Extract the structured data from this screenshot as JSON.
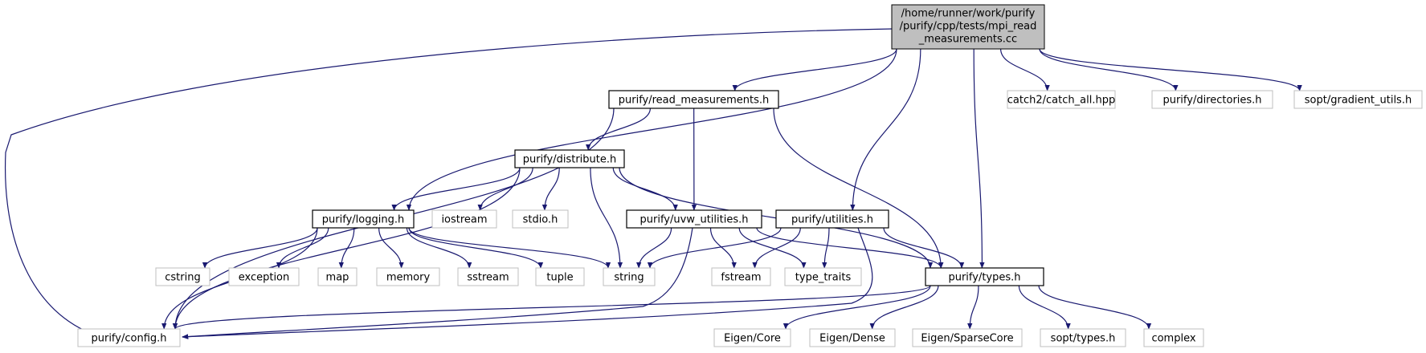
{
  "graph": {
    "root": {
      "lines": [
        "/home/runner/work/purify",
        "/purify/cpp/tests/mpi_read",
        "_measurements.cc"
      ]
    },
    "nodes": {
      "read_measurements": "purify/read_measurements.h",
      "catch_all": "catch2/catch_all.hpp",
      "directories": "purify/directories.h",
      "gradient_utils": "sopt/gradient_utils.h",
      "distribute": "purify/distribute.h",
      "logging": "purify/logging.h",
      "iostream": "iostream",
      "stdio": "stdio.h",
      "uvw_utilities": "purify/uvw_utilities.h",
      "utilities": "purify/utilities.h",
      "cstring": "cstring",
      "exception": "exception",
      "map": "map",
      "memory": "memory",
      "sstream": "sstream",
      "tuple": "tuple",
      "string": "string",
      "fstream": "fstream",
      "type_traits": "type_traits",
      "types": "purify/types.h",
      "config": "purify/config.h",
      "eigen_core": "Eigen/Core",
      "eigen_dense": "Eigen/Dense",
      "eigen_sparsecore": "Eigen/SparseCore",
      "sopt_types": "sopt/types.h",
      "complex": "complex"
    },
    "edges": [
      [
        "root",
        "read_measurements"
      ],
      [
        "root",
        "catch_all"
      ],
      [
        "root",
        "directories"
      ],
      [
        "root",
        "gradient_utils"
      ],
      [
        "root",
        "logging"
      ],
      [
        "root",
        "utilities"
      ],
      [
        "root",
        "types"
      ],
      [
        "root",
        "config"
      ],
      [
        "read_measurements",
        "distribute"
      ],
      [
        "read_measurements",
        "uvw_utilities"
      ],
      [
        "read_measurements",
        "types"
      ],
      [
        "read_measurements",
        "config"
      ],
      [
        "distribute",
        "logging"
      ],
      [
        "distribute",
        "iostream"
      ],
      [
        "distribute",
        "stdio"
      ],
      [
        "distribute",
        "uvw_utilities"
      ],
      [
        "distribute",
        "string"
      ],
      [
        "distribute",
        "types"
      ],
      [
        "distribute",
        "config"
      ],
      [
        "logging",
        "cstring"
      ],
      [
        "logging",
        "exception"
      ],
      [
        "logging",
        "map"
      ],
      [
        "logging",
        "memory"
      ],
      [
        "logging",
        "sstream"
      ],
      [
        "logging",
        "tuple"
      ],
      [
        "logging",
        "string"
      ],
      [
        "logging",
        "config"
      ],
      [
        "uvw_utilities",
        "string"
      ],
      [
        "uvw_utilities",
        "fstream"
      ],
      [
        "uvw_utilities",
        "type_traits"
      ],
      [
        "uvw_utilities",
        "types"
      ],
      [
        "uvw_utilities",
        "config"
      ],
      [
        "utilities",
        "string"
      ],
      [
        "utilities",
        "fstream"
      ],
      [
        "utilities",
        "type_traits"
      ],
      [
        "utilities",
        "types"
      ],
      [
        "utilities",
        "config"
      ],
      [
        "types",
        "config"
      ],
      [
        "types",
        "eigen_core"
      ],
      [
        "types",
        "eigen_dense"
      ],
      [
        "types",
        "eigen_sparsecore"
      ],
      [
        "types",
        "sopt_types"
      ],
      [
        "types",
        "complex"
      ]
    ],
    "colors": {
      "edge": "#191970",
      "root_fill": "#bfbfbf",
      "internal_border": "#000000",
      "external_border": "#bfbfbf"
    }
  }
}
